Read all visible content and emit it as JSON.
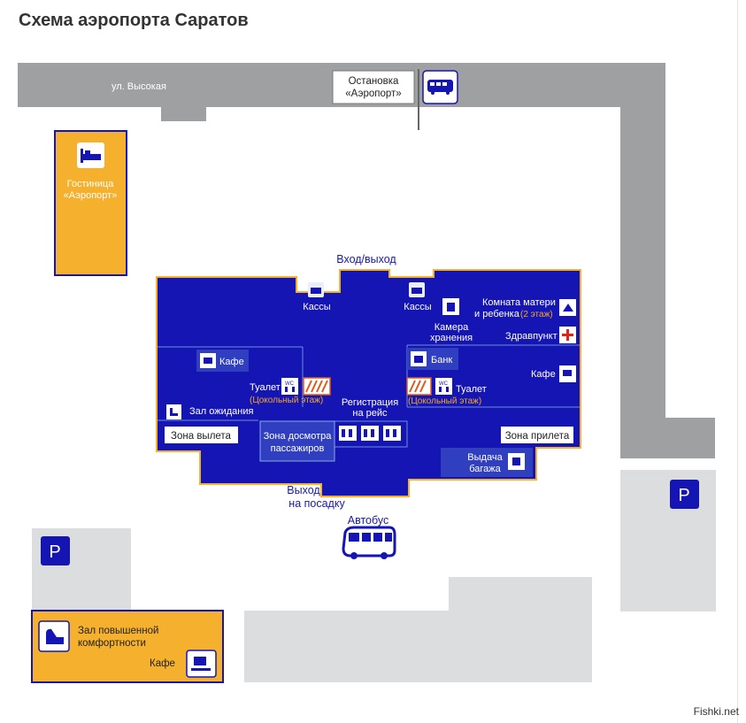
{
  "title": "Схема аэропорта Саратов",
  "street": "ул. Высокая",
  "stop": {
    "line1": "Остановка",
    "line2": "«Аэропорт»"
  },
  "hotel": {
    "line1": "Гостиница",
    "line2": "«Аэропорт»"
  },
  "entrance": "Вход/выход",
  "cashier_left": "Кассы",
  "cashier_right": "Кассы",
  "mother_room": {
    "line1": "Комната матери",
    "line2": "и ребенка",
    "floor": "(2 этаж)"
  },
  "storage": {
    "line1": "Камера",
    "line2": "хранения"
  },
  "first_aid": "Здравпункт",
  "cafe_left": "Кафе",
  "bank": "Банк",
  "cafe_right": "Кафе",
  "toilet_left": {
    "label": "Туалет",
    "floor": "(Цокольный этаж)"
  },
  "toilet_right": {
    "label": "Туалет",
    "floor": "(Цокольный этаж)"
  },
  "checkin": {
    "line1": "Регистрация",
    "line2": "на рейс"
  },
  "waiting": "Зал ожидания",
  "departure_zone": "Зона вылета",
  "arrival_zone": "Зона прилета",
  "security": {
    "line1": "Зона досмотра",
    "line2": "пассажиров"
  },
  "baggage": {
    "line1": "Выдача",
    "line2": "багажа"
  },
  "gate": {
    "line1": "Выход",
    "line2": "на посадку"
  },
  "bus": "Автобус",
  "parking": "P",
  "vip": {
    "line1": "Зал повышенной",
    "line2": "комфортности",
    "cafe": "Кафе"
  },
  "watermark": "Fishki.net",
  "colors": {
    "terminal": "#1515b4",
    "orange": "#f5b02e",
    "grey": "#9fa0a2",
    "light_grey": "#dcdddf"
  }
}
